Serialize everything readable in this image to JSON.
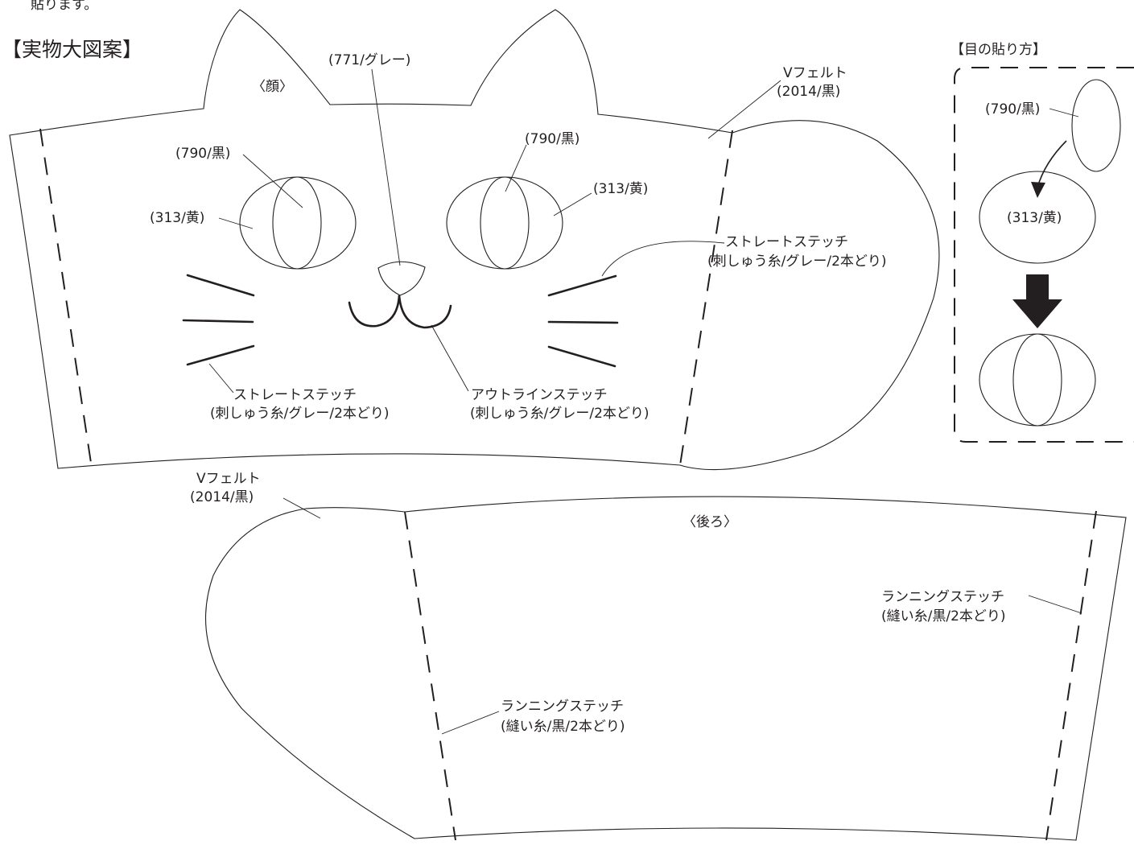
{
  "top_note": "貼ります。",
  "title": "【実物大図案】",
  "face": {
    "label": "〈顔〉",
    "nose_color": "(771/グレー)",
    "felt_name": "Vフェルト",
    "felt_color": "(2014/黒)",
    "left_pupil": "(790/黒)",
    "left_eye": "(313/黄)",
    "right_pupil": "(790/黒)",
    "right_eye": "(313/黄)",
    "right_whisker_stitch": "ストレートステッチ",
    "right_whisker_thread": "(刺しゅう糸/グレー/2本どり)",
    "left_whisker_stitch": "ストレートステッチ",
    "left_whisker_thread": "(刺しゅう糸/グレー/2本どり)",
    "mouth_stitch": "アウトラインステッチ",
    "mouth_thread": "(刺しゅう糸/グレー/2本どり)"
  },
  "back": {
    "label": "〈後ろ〉",
    "felt_name": "Vフェルト",
    "felt_color": "(2014/黒)",
    "right_stitch": "ランニングステッチ",
    "right_thread": "(縫い糸/黒/2本どり)",
    "left_stitch": "ランニングステッチ",
    "left_thread": "(縫い糸/黒/2本どり)"
  },
  "eye_guide": {
    "title": "【目の貼り方】",
    "pupil_label": "(790/黒)",
    "eye_label": "(313/黄)"
  }
}
